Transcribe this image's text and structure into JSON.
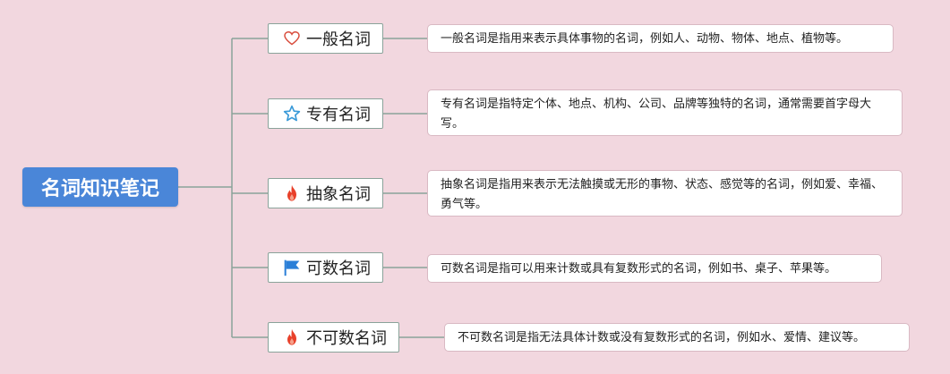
{
  "root": {
    "label": "名词知识笔记",
    "color": "#4a86d8"
  },
  "branches": [
    {
      "label": "一般名词",
      "icon": "heart-outline-icon",
      "note": "一般名词是指用来表示具体事物的名词，例如人、动物、物体、地点、植物等。"
    },
    {
      "label": "专有名词",
      "icon": "star-outline-icon",
      "note": "专有名词是指特定个体、地点、机构、公司、品牌等独特的名词，通常需要首字母大写。"
    },
    {
      "label": "抽象名词",
      "icon": "fire-icon",
      "note": "抽象名词是指用来表示无法触摸或无形的事物、状态、感觉等的名词，例如爱、幸福、勇气等。"
    },
    {
      "label": "可数名词",
      "icon": "flag-icon",
      "note": "可数名词是指可以用来计数或具有复数形式的名词，例如书、桌子、苹果等。"
    },
    {
      "label": "不可数名词",
      "icon": "fire-icon",
      "note": "不可数名词是指无法具体计数或没有复数形式的名词，例如水、爱情、建议等。"
    }
  ],
  "colors": {
    "background": "#f2d7df",
    "connector": "#8aa39a",
    "heart": "#d84a3a",
    "star": "#3a9ad8",
    "flag": "#2a7fd8",
    "fire": "#e8402a"
  }
}
